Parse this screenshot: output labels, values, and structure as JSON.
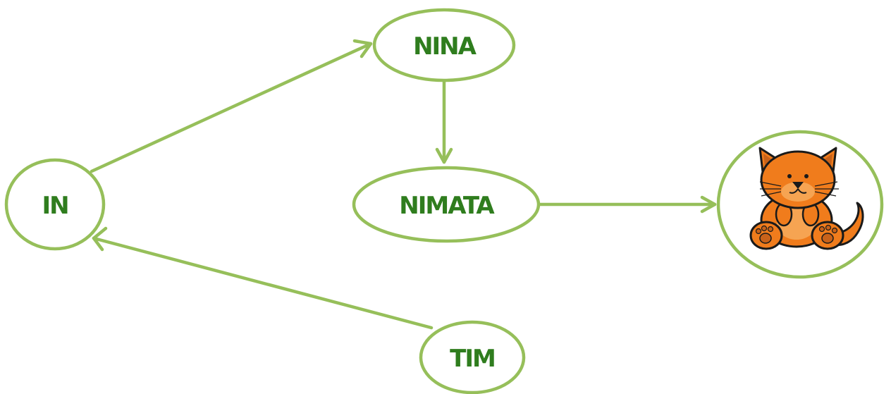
{
  "colors": {
    "line": "#96bf5a",
    "text": "#2f7d1e",
    "cat_orange": "#f07c1c",
    "cat_dark": "#1a1a1a"
  },
  "nodes": {
    "in": {
      "label": "IN"
    },
    "nina": {
      "label": "NINA"
    },
    "nimata": {
      "label": "NIMATA"
    },
    "tim": {
      "label": "TIM"
    },
    "cat": {
      "image": "cat-illustration"
    }
  },
  "edges": [
    {
      "from": "in",
      "to": "nina"
    },
    {
      "from": "nina",
      "to": "nimata"
    },
    {
      "from": "nimata",
      "to": "cat"
    },
    {
      "from": "tim",
      "to": "in"
    }
  ]
}
